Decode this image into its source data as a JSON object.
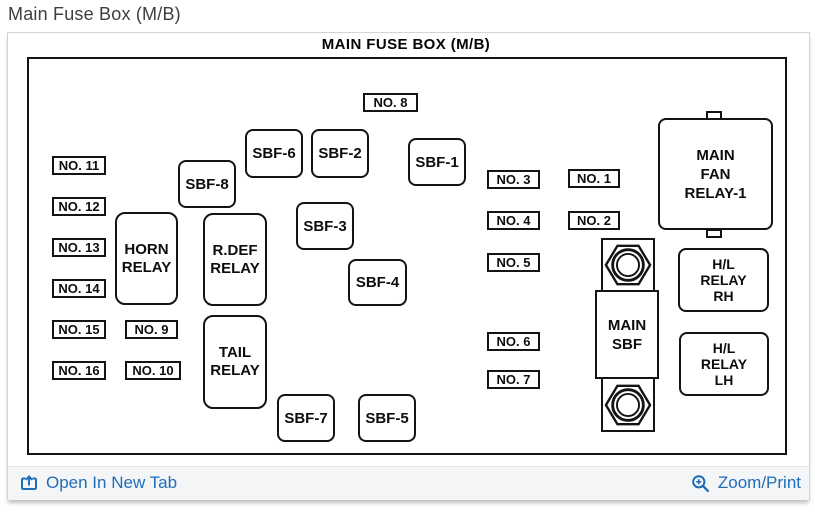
{
  "page": {
    "title": "Main Fuse Box (M/B)"
  },
  "diagram": {
    "title": "MAIN FUSE BOX (M/B)",
    "fuses": {
      "no1": "NO. 1",
      "no2": "NO. 2",
      "no3": "NO. 3",
      "no4": "NO. 4",
      "no5": "NO. 5",
      "no6": "NO. 6",
      "no7": "NO. 7",
      "no8": "NO. 8",
      "no9": "NO. 9",
      "no10": "NO. 10",
      "no11": "NO. 11",
      "no12": "NO. 12",
      "no13": "NO. 13",
      "no14": "NO. 14",
      "no15": "NO. 15",
      "no16": "NO. 16"
    },
    "sbf_fuses": {
      "sbf1": "SBF-1",
      "sbf2": "SBF-2",
      "sbf3": "SBF-3",
      "sbf4": "SBF-4",
      "sbf5": "SBF-5",
      "sbf6": "SBF-6",
      "sbf7": "SBF-7",
      "sbf8": "SBF-8"
    },
    "relays": {
      "horn": "HORN\nRELAY",
      "rdef": "R.DEF\nRELAY",
      "tail": "TAIL\nRELAY",
      "main_fan": "MAIN\nFAN\nRELAY-1",
      "hl_rh": "H/L\nRELAY\nRH",
      "hl_lh": "H/L\nRELAY\nLH",
      "main_sbf": "MAIN\nSBF"
    }
  },
  "footer": {
    "open_in_new_tab": "Open In New Tab",
    "zoom_print": "Zoom/Print"
  },
  "icons": {
    "open_link": "open-in-new-tab-icon",
    "zoom_link": "magnifier-plus-icon"
  },
  "colors": {
    "link_blue": "#1f6db6",
    "diagram_line": "#141414",
    "footer_bg": "#f4f5f7",
    "panel_border": "#d4d4d8",
    "title_text": "#3e3e3e"
  }
}
